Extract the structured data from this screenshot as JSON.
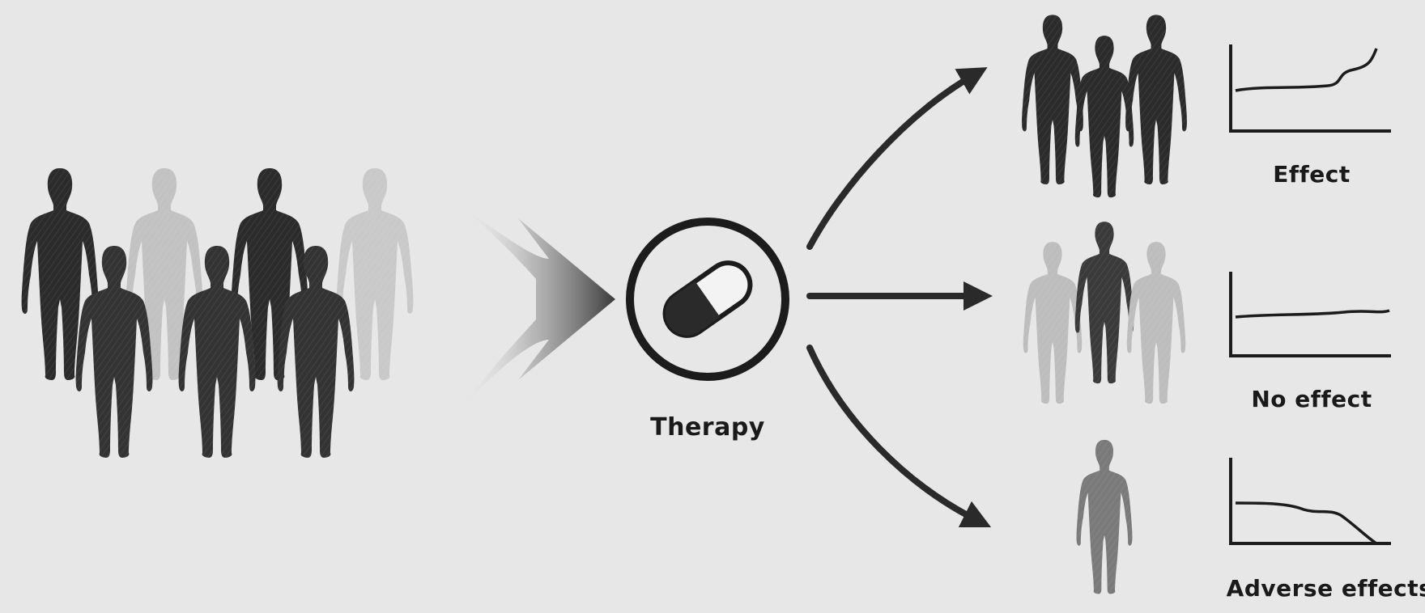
{
  "therapy_label": "Therapy",
  "outcomes": [
    {
      "label": "Effect",
      "trend": "rising",
      "figure_shades": [
        "dark",
        "dark",
        "dark"
      ]
    },
    {
      "label": "No effect",
      "trend": "flat",
      "figure_shades": [
        "light",
        "dark",
        "light"
      ]
    },
    {
      "label": "Adverse effects",
      "trend": "falling",
      "figure_shades": [
        "mid"
      ]
    }
  ],
  "population_figure_shades": [
    "dark",
    "dark",
    "light",
    "dark",
    "dark",
    "dark",
    "light"
  ],
  "icons": {
    "therapy": "pill-capsule-icon",
    "arrow": "arrow-right-icon"
  },
  "colors": {
    "background": "#e7e7e7",
    "ink": "#1a1a1a",
    "figure_dark": "#2b2b2b",
    "figure_mid": "#7a7a7a",
    "figure_light": "#c2c2c2"
  }
}
